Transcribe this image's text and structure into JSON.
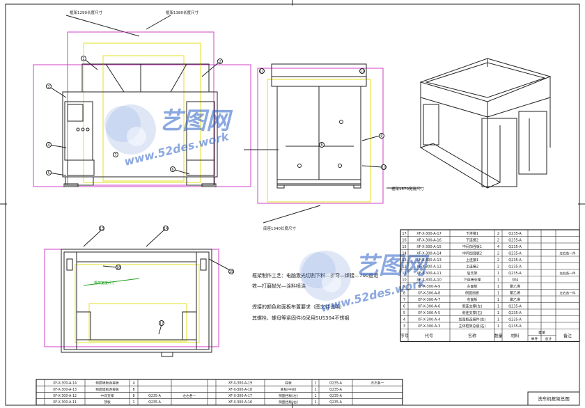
{
  "sheet_title": "洗车机框架总图",
  "watermark": {
    "brand": "艺图网",
    "url": "www.52des.work",
    "color": "#2e62c8"
  },
  "colors": {
    "line": "#222222",
    "dimension": "#d040c8",
    "highlight": "#e0e020",
    "accent": "#20a020"
  },
  "front_view": {
    "dims": [
      "框架1290长度尺寸",
      "框架1380长度尺寸"
    ],
    "balloons": [
      "1",
      "2",
      "3",
      "4",
      "5",
      "6",
      "7"
    ]
  },
  "side_view": {
    "dims": [
      "框架1570宽度尺寸",
      "底座1340长度尺寸"
    ],
    "balloons": [
      "8",
      "9",
      "10",
      "11",
      "12"
    ]
  },
  "top_view": {
    "dims": [
      "框架宽度尺寸"
    ],
    "balloons": [
      "13",
      "14",
      "15",
      "16",
      "17"
    ]
  },
  "notes": [
    "框架制作工艺：电脑激光切割下料—折弯—焊接—700度退",
    "铁—打磨抛光—涂料喷涂",
    "焊接的颜色和面板布置要求（图文件说明）",
    "其螺栓、螺母等紧固件均采用SUS304不锈钢"
  ],
  "bom_header": [
    "序号",
    "代号",
    "名称",
    "数量",
    "材料",
    "单件",
    "总计",
    "备注"
  ],
  "bom_weight_label": "重量",
  "bom_rows": [
    [
      "17",
      "XF-X-300-A-17",
      "下连接1",
      "2",
      "Q235-A",
      "",
      "",
      ""
    ],
    [
      "16",
      "XF-X-300-A-16",
      "下连接2",
      "2",
      "Q235-A",
      "",
      "",
      ""
    ],
    [
      "15",
      "XF-X-300-A-15",
      "中间加强板1",
      "4",
      "Q235-A",
      "",
      "",
      ""
    ],
    [
      "14",
      "XF-X-300-A-14",
      "中间加强板2",
      "2",
      "Q235-A",
      "",
      "",
      "左右各一件"
    ],
    [
      "13",
      "XF-X-300-A-13",
      "上连接1",
      "2",
      "Q235-A",
      "",
      "",
      ""
    ],
    [
      "12",
      "XF-X-300-A-12",
      "上连接2",
      "2",
      "Q235-A",
      "",
      "",
      ""
    ],
    [
      "11",
      "XF-X-300-A-11",
      "后支架",
      "1",
      "Q235-A",
      "",
      "",
      "左右各一件"
    ],
    [
      "10",
      "XF-X-300-A-10",
      "下连接支撑",
      "1",
      "304",
      "",
      "",
      ""
    ],
    [
      "9",
      "XF-X-300-A-9",
      "左面板",
      "1",
      "聚乙烯",
      "",
      "",
      ""
    ],
    [
      "8",
      "XF-X-300-A-8",
      "侧面挡板",
      "1",
      "聚乙烯",
      "",
      "",
      "左右各一件"
    ],
    [
      "7",
      "XF-X-300-A-7",
      "右面板",
      "1",
      "聚乙烯",
      "",
      "",
      ""
    ],
    [
      "6",
      "XF-X-300-A-6",
      "侧连支撑(左)",
      "1",
      "Q235-A",
      "",
      "",
      ""
    ],
    [
      "5",
      "XF-X-300-A-5",
      "侧连支撑(右)",
      "1",
      "Q235-A",
      "",
      "",
      ""
    ],
    [
      "4",
      "XF-X-300-A-4",
      "加强板连接件(左)",
      "1",
      "Q235-A",
      "",
      "",
      ""
    ],
    [
      "3",
      "XF-X-300-A-3",
      "主体框架总装(右)",
      "1",
      "Q235-A",
      "",
      "",
      ""
    ]
  ],
  "bottom_rows": [
    [
      "XF-X-300-A-14",
      "侧面墙板连接板",
      "4",
      "",
      "",
      "XF-X-300-A-19",
      "底板",
      "1",
      "Q235-A",
      "左右各一"
    ],
    [
      "XF-X-300-A-13",
      "侧面墙板连接板",
      "8",
      "",
      "",
      "XF-X-300-A-18",
      "底板(中间)",
      "1",
      "Q235-A",
      ""
    ],
    [
      "XF-X-300-A-12",
      "中间支撑",
      "8",
      "Q235-A",
      "左右各一",
      "XF-X-300-A-17",
      "侧面挡板(左)",
      "1",
      "Q235-A",
      ""
    ],
    [
      "XF-X-300-A-11",
      "顶板",
      "1",
      "Q235-A",
      "",
      "XF-X-300-A-16",
      "侧面挡板(右)",
      "1",
      "Q235-A",
      ""
    ]
  ]
}
